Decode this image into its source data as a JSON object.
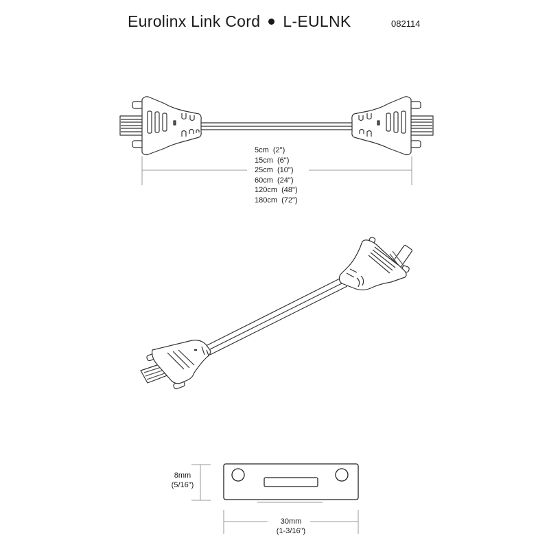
{
  "header": {
    "product_name": "Eurolinx Link Cord",
    "separator": "•",
    "part_number": "L-EULNK",
    "doc_code": "082114"
  },
  "side_view": {
    "length_options": [
      "5cm  (2\")",
      "15cm  (6\")",
      "25cm  (10\")",
      "60cm  (24\")",
      "120cm  (48\")",
      "180cm  (72\")"
    ]
  },
  "end_view": {
    "height_label": "8mm",
    "height_label_imperial": "(5/16\")",
    "width_label": "30mm",
    "width_label_imperial": "(1-3/16\")"
  },
  "colors": {
    "line": "#333333",
    "dim_line": "#9a9a9a",
    "fill": "#ffffff"
  }
}
